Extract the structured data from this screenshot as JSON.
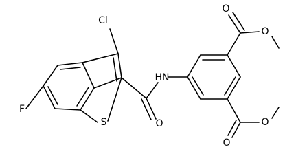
{
  "structure": {
    "labels": {
      "chlorine": "Cl",
      "fluorine": "F",
      "sulfur": "S",
      "amide_nh": "HN",
      "amide_o": "O",
      "ester_top_carbonyl_o": "O",
      "ester_top_ether_o": "O",
      "ester_bottom_carbonyl_o": "O",
      "ester_bottom_ether_o": "O"
    }
  },
  "colors": {
    "line": "#000000",
    "background": "#ffffff"
  }
}
